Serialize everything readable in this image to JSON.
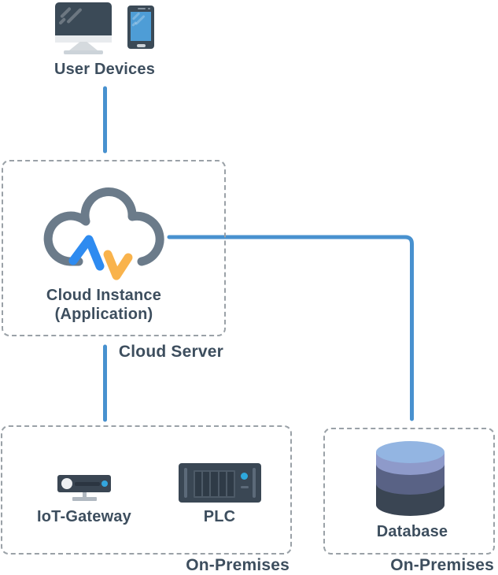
{
  "diagram": {
    "nodes": {
      "user_devices": {
        "label": "User Devices"
      },
      "cloud_instance": {
        "label_line1": "Cloud Instance",
        "label_line2": "(Application)"
      },
      "iot_gateway": {
        "label": "IoT-Gateway"
      },
      "plc": {
        "label": "PLC"
      },
      "database": {
        "label": "Database"
      }
    },
    "zones": {
      "cloud_server": {
        "label": "Cloud Server"
      },
      "on_premises_left": {
        "label": "On-Premises"
      },
      "on_premises_right": {
        "label": "On-Premises"
      }
    },
    "icons": [
      "monitor-icon",
      "smartphone-icon",
      "cloud-app-icon",
      "iot-gateway-icon",
      "plc-icon",
      "database-icon"
    ],
    "connections": [
      "user-devices to cloud-server",
      "cloud-instance to database",
      "cloud-server to on-premises-left"
    ]
  },
  "colors": {
    "text": "#3d4e5e",
    "connector_blue": "#4891cf",
    "dashed_border": "#9aa1a7",
    "device_dark": "#3b4a57",
    "accent_blue": "#33a6de",
    "phone_screen_blue": "#4e9dd6",
    "cloud_stroke": "#6b7b8a",
    "chart_blue": "#2e8bf0",
    "chart_orange": "#f9b34c",
    "db_top": "#93b5e2",
    "db_band1": "#8e9aca",
    "db_band2": "#596285",
    "db_band3": "#3a4553"
  }
}
